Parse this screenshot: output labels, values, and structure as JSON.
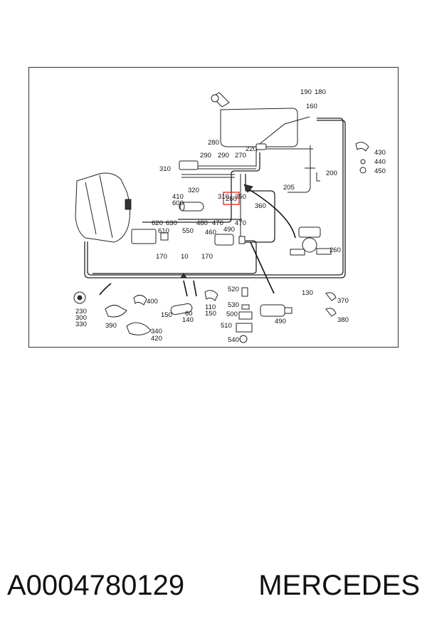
{
  "diagram": {
    "labels": {
      "p190": "190",
      "p180": "180",
      "p160": "160",
      "p280": "280",
      "p290a": "290",
      "p290b": "290",
      "p270": "270",
      "p220": "220",
      "p310a": "310",
      "p320": "320",
      "p260a": "260",
      "p310b": "310",
      "p350": "350",
      "p205": "205",
      "p200": "200",
      "p430": "430",
      "p440": "440",
      "p450": "450",
      "p410": "410",
      "p600": "600",
      "p360": "360",
      "p620": "620",
      "p630": "630",
      "p610": "610",
      "p550": "550",
      "p480": "480",
      "p470a": "470",
      "p460": "460",
      "p490a": "490",
      "p470b": "470",
      "p260b": "260",
      "p170a": "170",
      "p10": "10",
      "p170b": "170",
      "p130": "130",
      "p520": "520",
      "p530": "530",
      "p500": "500",
      "p510": "510",
      "p540": "540",
      "p490b": "490",
      "p370": "370",
      "p380": "380",
      "p230": "230",
      "p300": "300",
      "p330": "330",
      "p390": "390",
      "p400": "400",
      "p340": "340",
      "p420": "420",
      "p150a": "150",
      "p60": "60",
      "p140": "140",
      "p110": "110",
      "p150b": "150"
    }
  },
  "caption": {
    "part_number": "A0004780129",
    "brand": "MERCEDES"
  },
  "colors": {
    "highlight": "#e03030",
    "line": "#222222"
  }
}
